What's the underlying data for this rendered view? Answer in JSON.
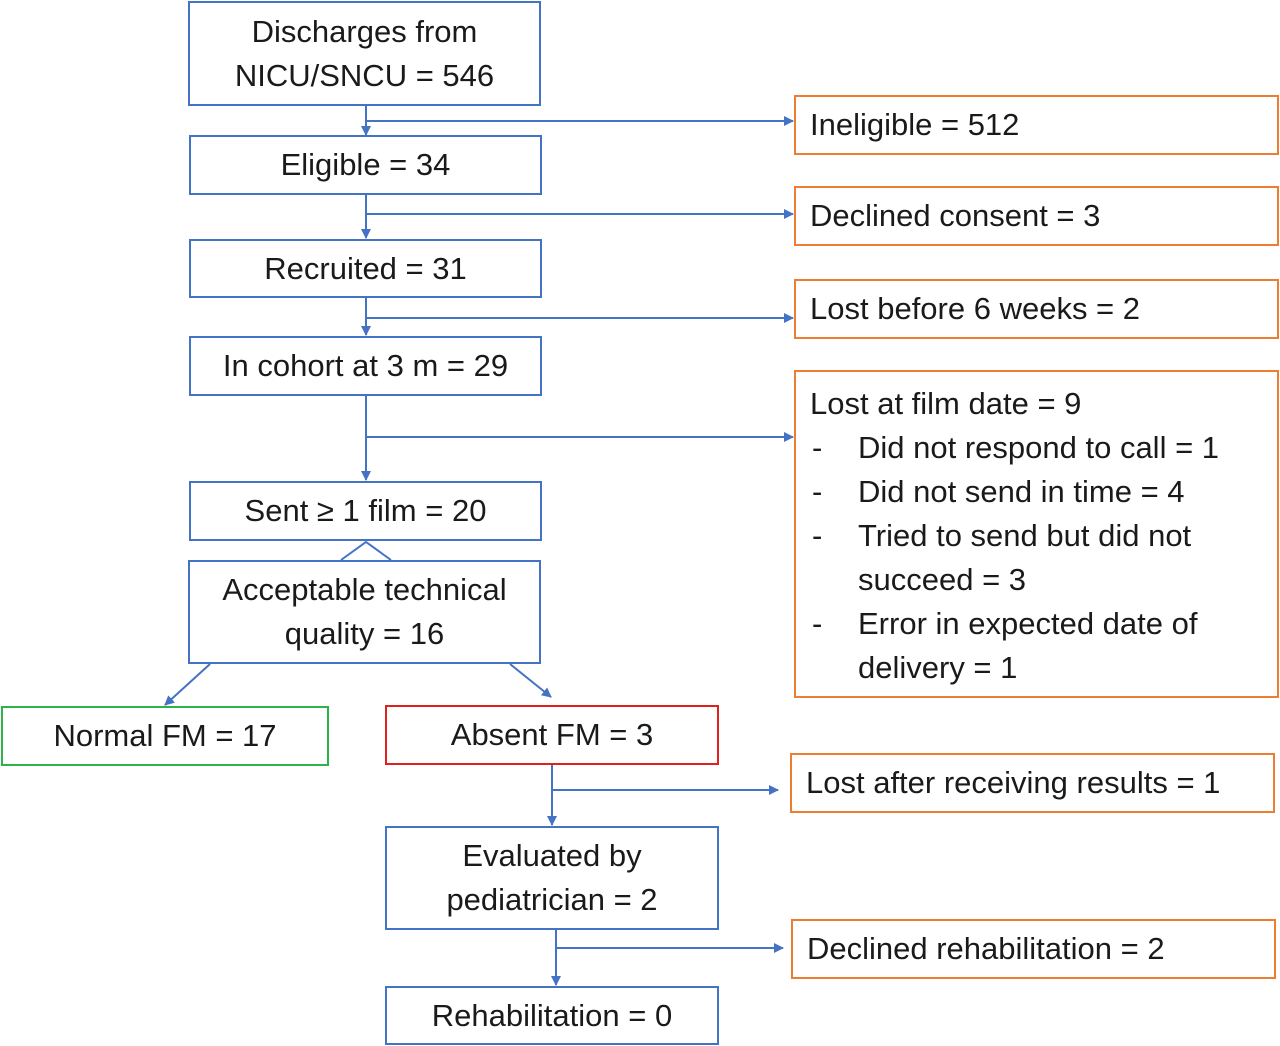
{
  "flow": {
    "discharges": [
      "Discharges from",
      "NICU/SNCU = 546"
    ],
    "eligible": "Eligible = 34",
    "recruited": "Recruited = 31",
    "cohort": "In cohort at 3 m = 29",
    "sent_film": "Sent ≥ 1 film = 20",
    "acceptable": [
      "Acceptable technical",
      "quality = 16"
    ],
    "normal_fm": "Normal FM = 17",
    "absent_fm": "Absent FM = 3",
    "evaluated": [
      "Evaluated by",
      "pediatrician = 2"
    ],
    "rehabilitation": "Rehabilitation = 0"
  },
  "exclusions": {
    "ineligible": "Ineligible = 512",
    "declined_consent": "Declined consent = 3",
    "lost_before_6_weeks": "Lost before 6 weeks = 2",
    "lost_at_film_date": {
      "title": "Lost at film date = 9",
      "dash": "-",
      "reasons": [
        "Did not respond to call = 1",
        "Did not send in time = 4",
        "Tried to send but did not succeed = 3",
        "Error in expected date of delivery = 1"
      ]
    },
    "lost_after_results": "Lost after receiving results = 1",
    "declined_rehabilitation": "Declined rehabilitation = 2"
  },
  "colors": {
    "main_border": "#4472c4",
    "exclusion_border": "#ed7d31",
    "normal_border": "#2db34a",
    "absent_border": "#e0201c",
    "arrow": "#4472c4"
  }
}
